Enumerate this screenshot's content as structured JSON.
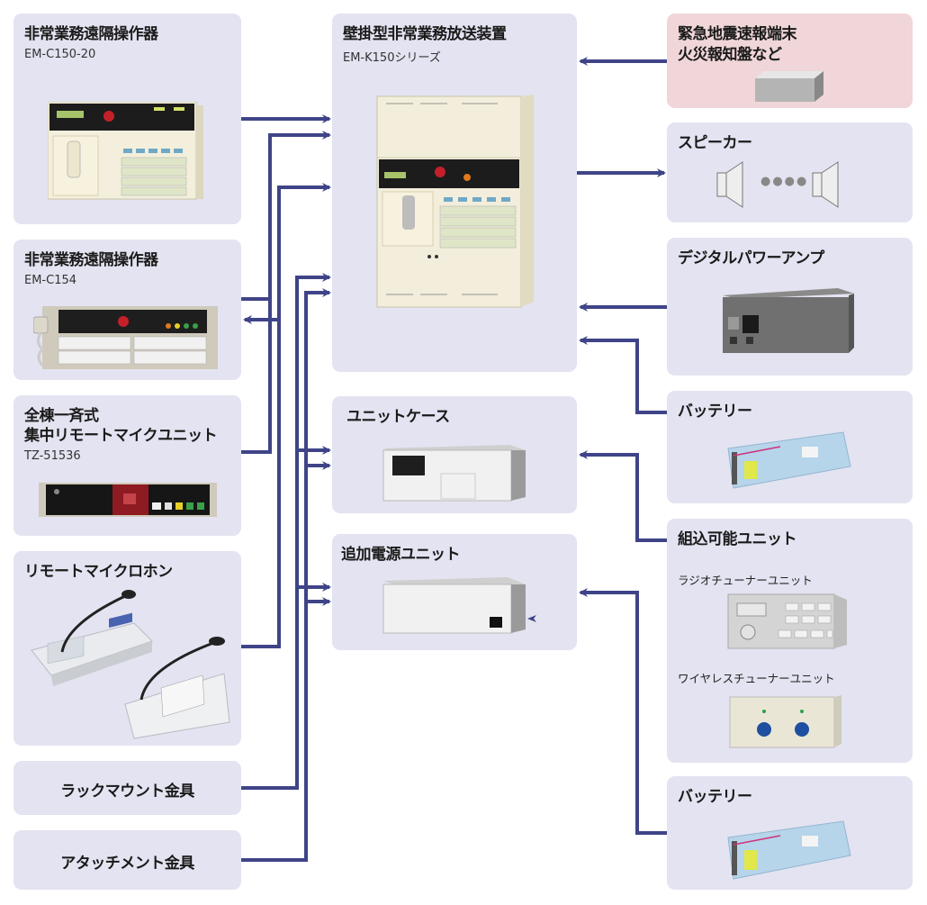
{
  "diagram": {
    "colors": {
      "panel": "#e3e3f1",
      "alert_panel": "#f0d6d8",
      "connector": "#3f4488"
    },
    "left": [
      {
        "id": "remote-op-1",
        "title": "非常業務遠隔操作器",
        "model": "EM-C150-20",
        "device_icon": "wall-remote-operator-device"
      },
      {
        "id": "remote-op-2",
        "title": "非常業務遠隔操作器",
        "model": "EM-C154",
        "device_icon": "rack-remote-operator-device"
      },
      {
        "id": "central-mic",
        "title_line1": "全棟一斉式",
        "title_line2": "集中リモートマイクユニット",
        "model": "TZ-51536",
        "device_icon": "rack-mic-unit-device"
      },
      {
        "id": "remote-mic",
        "title": "リモートマイクロホン",
        "device_icon": "desk-microphone-device"
      },
      {
        "id": "rack-mount",
        "title": "ラックマウント金具"
      },
      {
        "id": "attachment",
        "title": "アタッチメント金具"
      }
    ],
    "center": [
      {
        "id": "main-unit",
        "title": "壁掛型非常業務放送装置",
        "model": "EM-K150シリーズ",
        "device_icon": "wall-broadcast-cabinet"
      },
      {
        "id": "unit-case",
        "title": "ユニットケース",
        "device_icon": "unit-case-device"
      },
      {
        "id": "power-unit",
        "title": "追加電源ユニット",
        "device_icon": "power-unit-device"
      }
    ],
    "right": [
      {
        "id": "alert",
        "title_line1": "緊急地震速報端末",
        "title_line2": "火災報知盤など",
        "device_icon": "generic-box"
      },
      {
        "id": "speaker",
        "title": "スピーカー",
        "device_icon": "speaker",
        "ellipsis": "●●●●"
      },
      {
        "id": "amp",
        "title": "デジタルパワーアンプ",
        "device_icon": "power-amp-device"
      },
      {
        "id": "battery-1",
        "title": "バッテリー",
        "device_icon": "battery-pack"
      },
      {
        "id": "builtin",
        "title": "組込可能ユニット",
        "sub1": "ラジオチューナーユニット",
        "sub2": "ワイヤレスチューナーユニット",
        "device_icon": "tuner-units"
      },
      {
        "id": "battery-2",
        "title": "バッテリー",
        "device_icon": "battery-pack"
      }
    ],
    "connections": [
      {
        "from": "remote-op-1",
        "to": "main-unit"
      },
      {
        "from": "remote-op-2",
        "to": "main-unit"
      },
      {
        "from": "central-mic",
        "to": "main-unit"
      },
      {
        "from": "main-unit",
        "to": "remote-op-2"
      },
      {
        "from": "remote-mic",
        "to": "main-unit"
      },
      {
        "from": "rack-mount",
        "to": [
          "main-unit",
          "unit-case",
          "power-unit"
        ]
      },
      {
        "from": "attachment",
        "to": [
          "main-unit",
          "unit-case",
          "power-unit"
        ]
      },
      {
        "from": "alert",
        "to": "main-unit"
      },
      {
        "from": "main-unit",
        "to": "speaker"
      },
      {
        "from": "amp",
        "to": "main-unit"
      },
      {
        "from": "battery-1",
        "to": "main-unit"
      },
      {
        "from": "builtin",
        "to": "unit-case"
      },
      {
        "from": "battery-2",
        "to": "power-unit"
      }
    ]
  }
}
